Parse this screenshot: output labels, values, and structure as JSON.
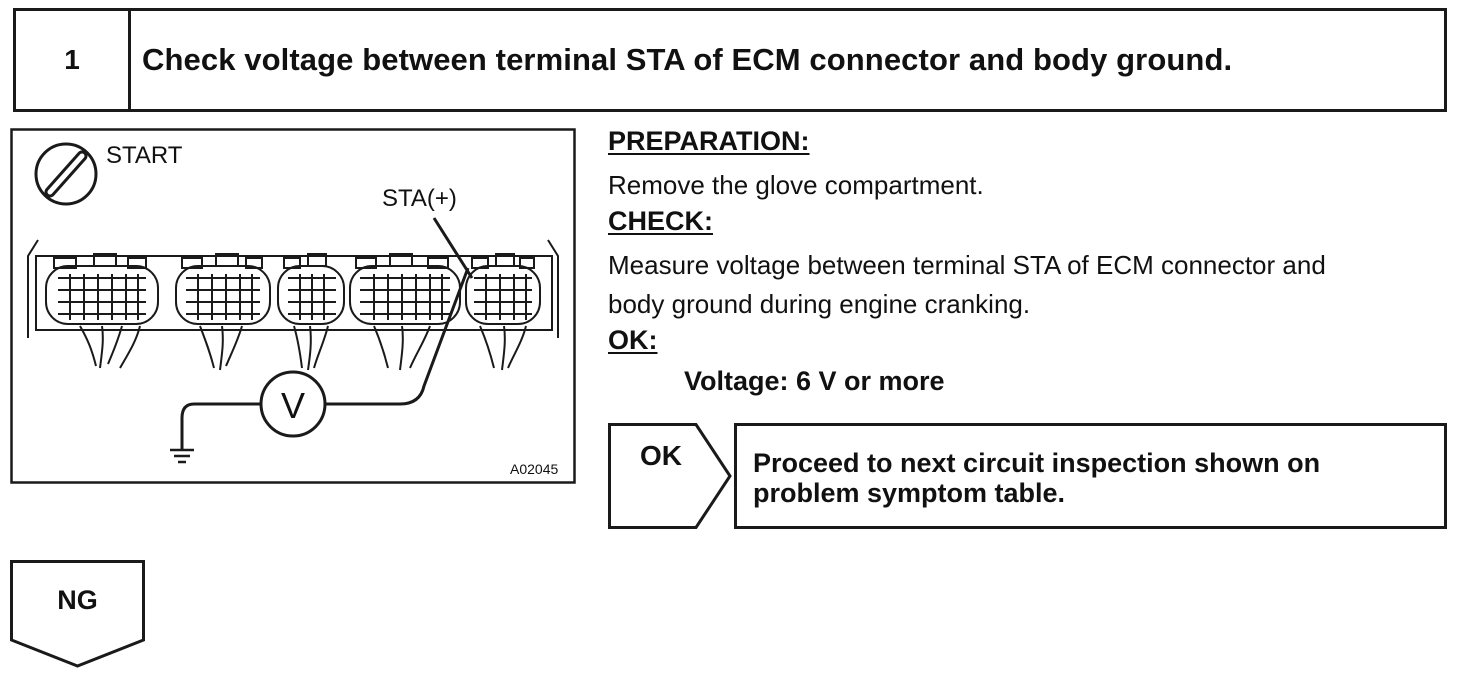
{
  "step": {
    "number": "1",
    "title": "Check voltage between terminal STA of ECM connector and body ground."
  },
  "figure": {
    "switch_label": "START",
    "terminal_label": "STA(+)",
    "meter_symbol": "V",
    "figure_code": "A02045"
  },
  "instructions": {
    "preparation_label": "PREPARATION:",
    "preparation_text": "Remove the glove compartment.",
    "check_label": "CHECK:",
    "check_text_line1": "Measure voltage between terminal STA of ECM connector and",
    "check_text_line2": "body ground during engine cranking.",
    "ok_label": "OK:",
    "ok_spec": "Voltage:  6 V or more"
  },
  "result_ok": {
    "tag": "OK",
    "text_line1": "Proceed to next circuit inspection shown on",
    "text_line2": "problem symptom table."
  },
  "result_ng": {
    "tag": "NG"
  }
}
